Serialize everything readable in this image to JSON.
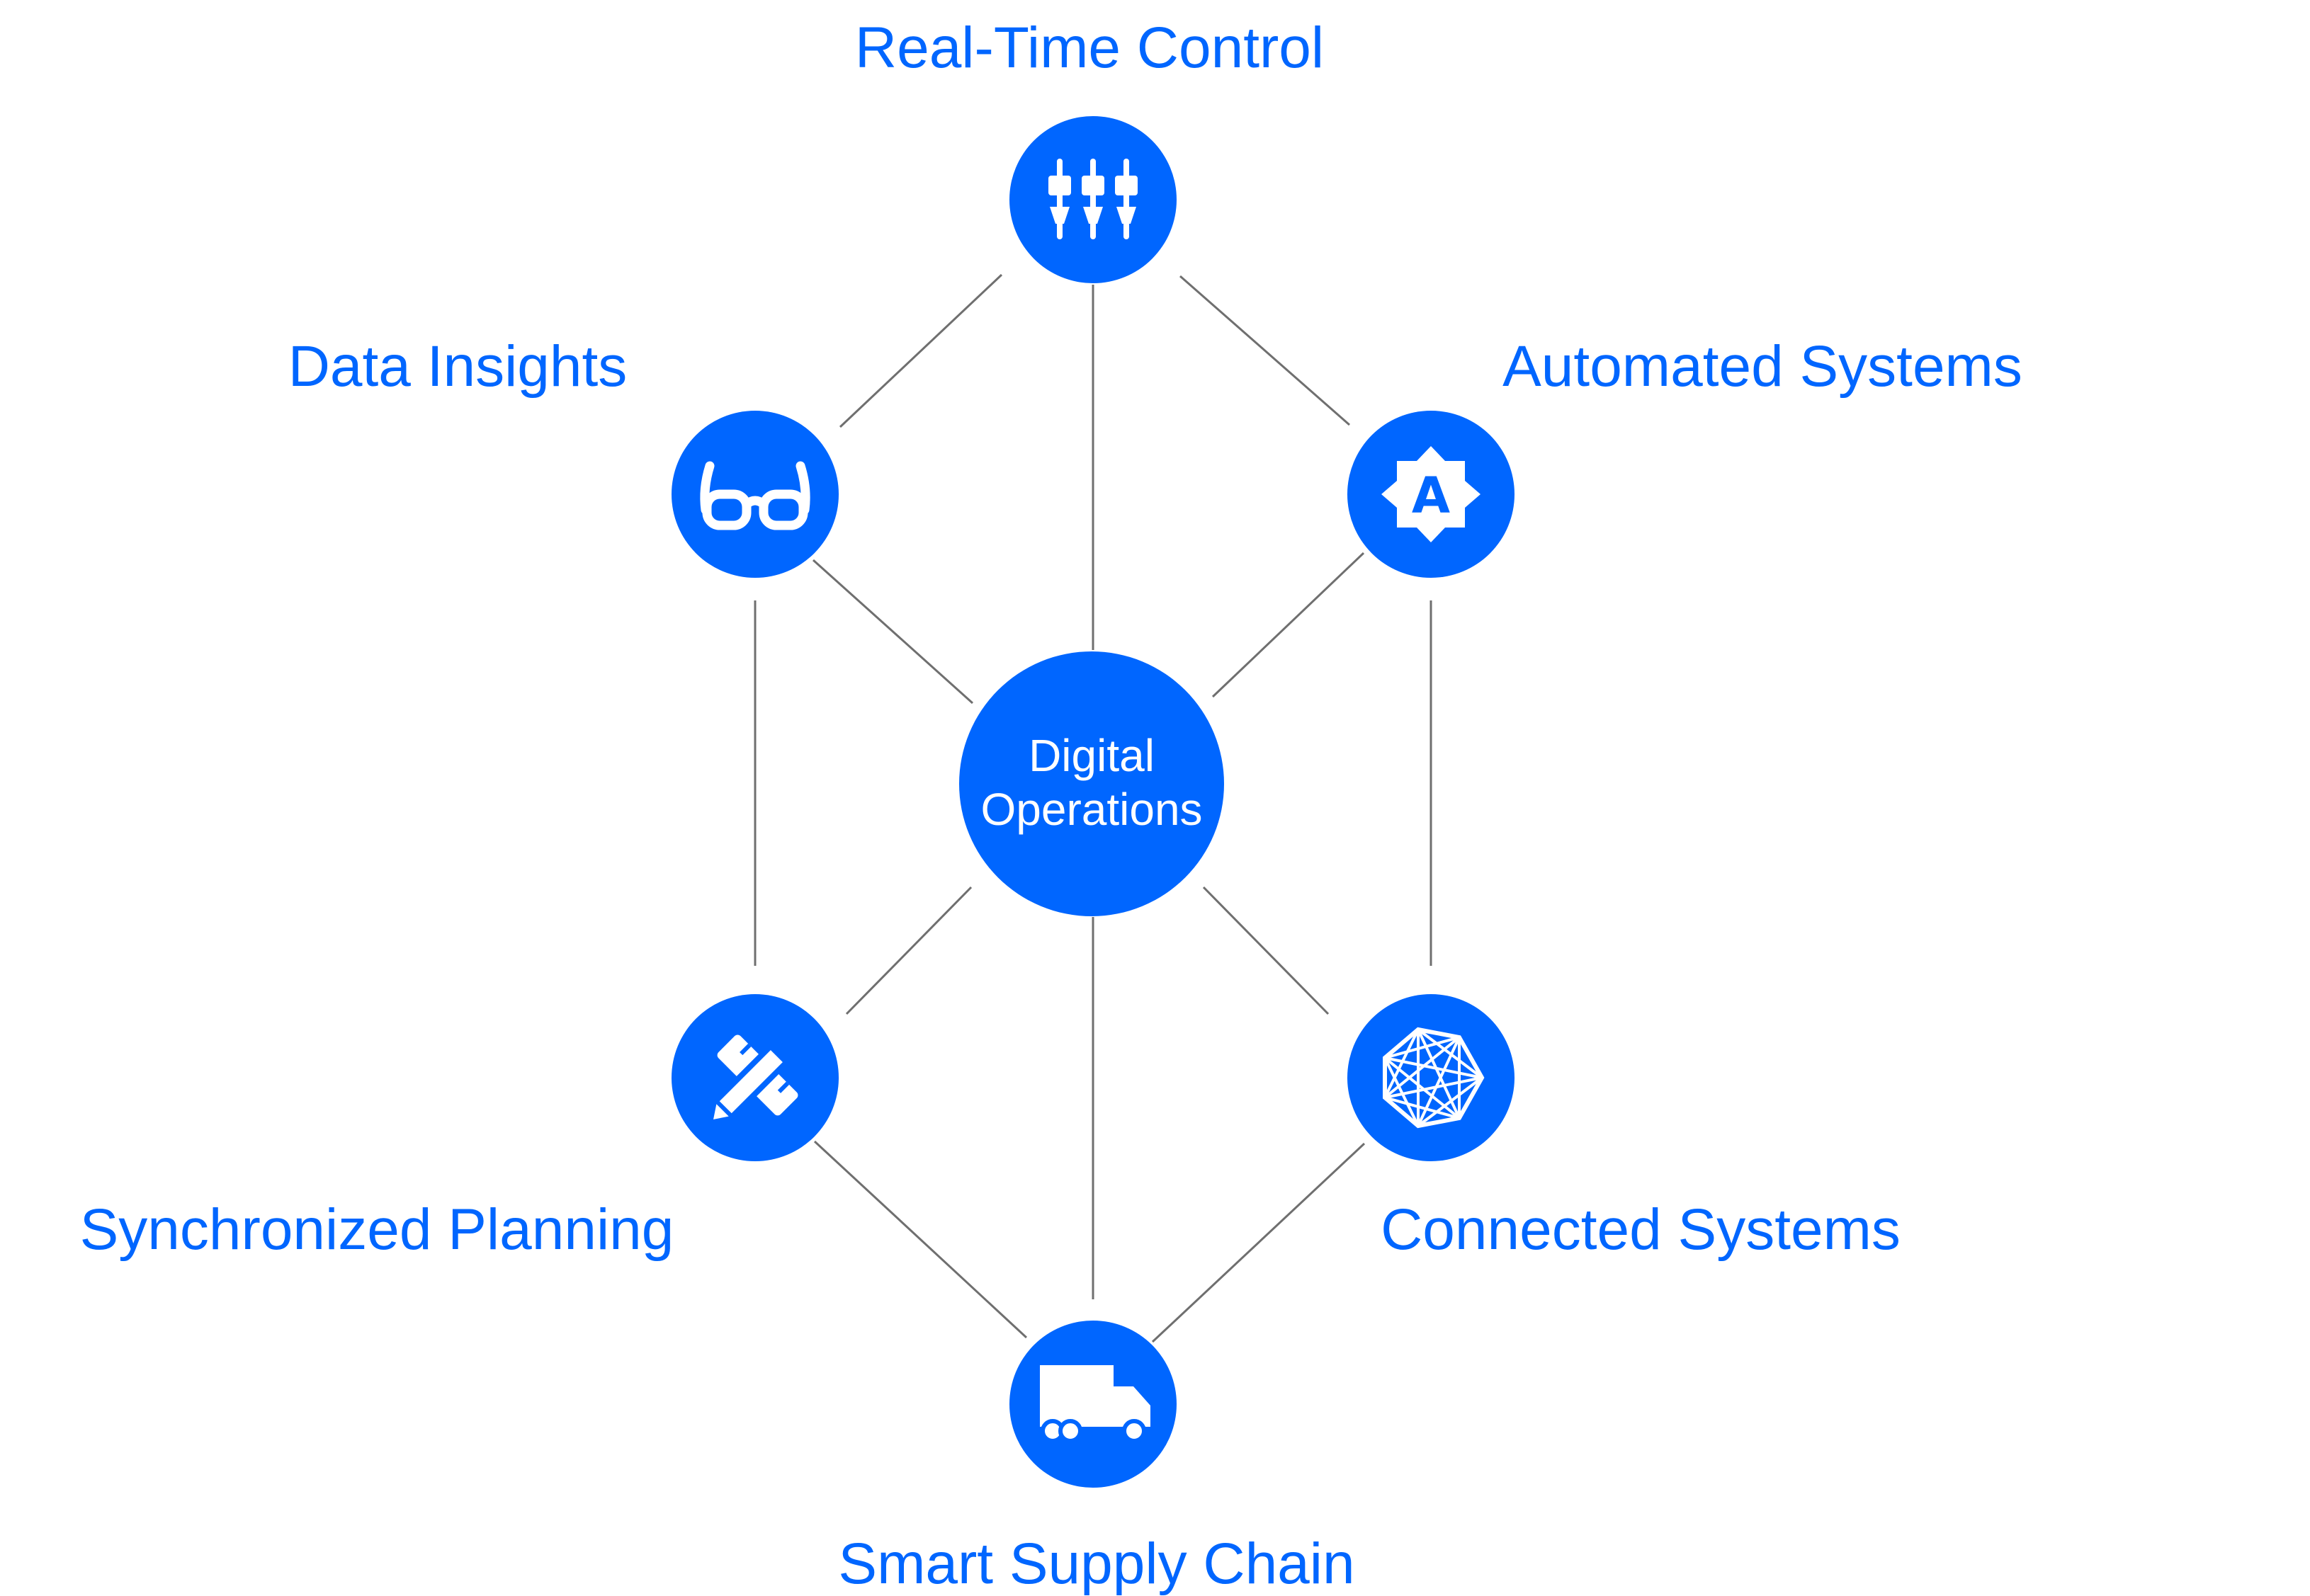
{
  "colors": {
    "accent": "#0066ff",
    "line": "#6f6f6f",
    "icon": "#ffffff",
    "background": "#ffffff"
  },
  "center": {
    "line1": "Digital",
    "line2": "Operations"
  },
  "nodes": [
    {
      "label": "Real-Time Control",
      "icon": "sliders-icon"
    },
    {
      "label": "Data Insights",
      "icon": "glasses-icon"
    },
    {
      "label": "Automated Systems",
      "icon": "automation-badge-icon"
    },
    {
      "label": "Synchronized Planning",
      "icon": "pencil-ruler-icon"
    },
    {
      "label": "Connected Systems",
      "icon": "network-mesh-icon"
    },
    {
      "label": "Smart Supply Chain",
      "icon": "truck-icon"
    }
  ],
  "icon_text": {
    "automation_letter": "A"
  }
}
